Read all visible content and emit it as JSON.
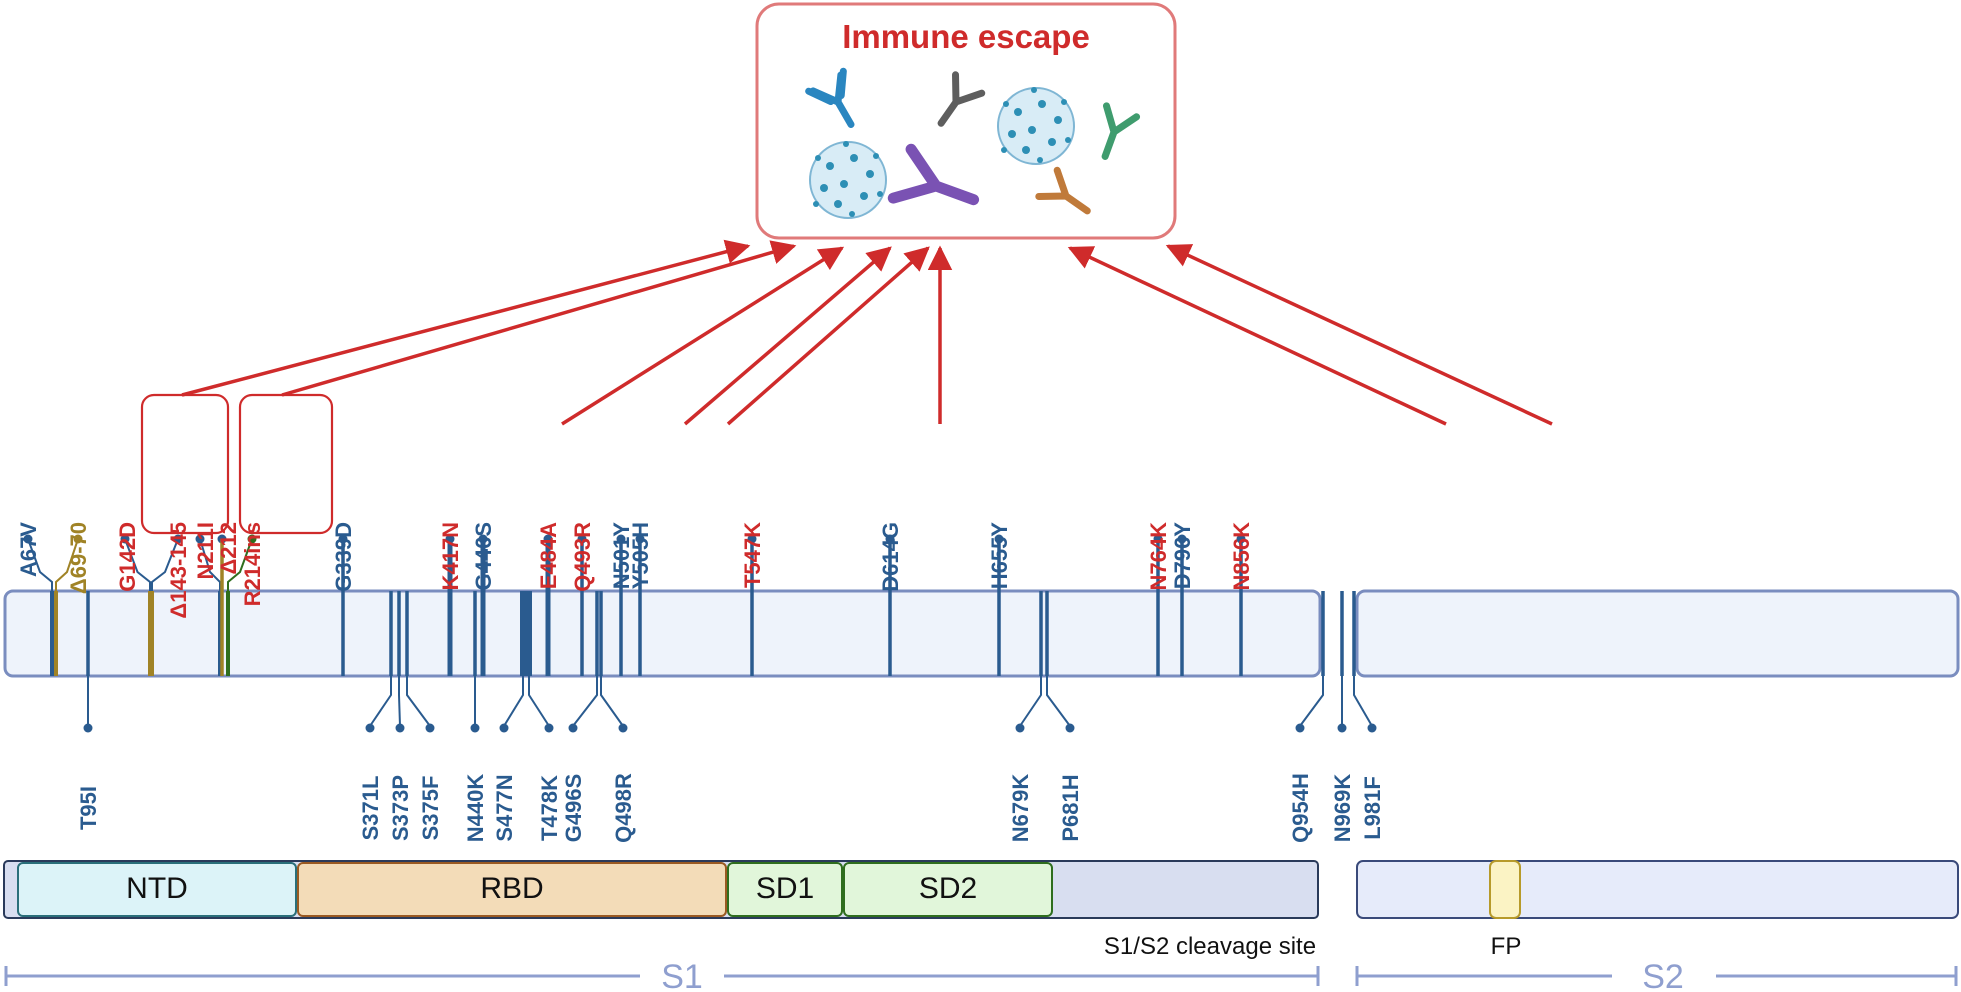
{
  "title": "Immune escape",
  "colors": {
    "blue": "#2a5b8f",
    "red": "#cf2b2b",
    "olive": "#a08326",
    "green": "#2f6e1e",
    "bar_fill": "#eef3fb",
    "bar_stroke": "#7a8dbf"
  },
  "top_mutations": [
    {
      "label": "A67V",
      "color": "blue"
    },
    {
      "label": "Δ69-70",
      "color": "olive"
    },
    {
      "label": "G142D",
      "color": "red"
    },
    {
      "label": "Δ143-145",
      "color": "red"
    },
    {
      "label": "N211I",
      "color": "red"
    },
    {
      "label": "Δ212",
      "color": "red"
    },
    {
      "label": "R214ins",
      "color": "red"
    },
    {
      "label": "G339D",
      "color": "blue"
    },
    {
      "label": "K417N",
      "color": "red"
    },
    {
      "label": "G446S",
      "color": "blue"
    },
    {
      "label": "E484A",
      "color": "red"
    },
    {
      "label": "Q493R",
      "color": "red"
    },
    {
      "label": "N501Y",
      "color": "blue"
    },
    {
      "label": "Y505H",
      "color": "blue"
    },
    {
      "label": "T547K",
      "color": "red"
    },
    {
      "label": "D614G",
      "color": "blue"
    },
    {
      "label": "H655Y",
      "color": "blue"
    },
    {
      "label": "N764K",
      "color": "red"
    },
    {
      "label": "D796Y",
      "color": "blue"
    },
    {
      "label": "N856K",
      "color": "red"
    }
  ],
  "bottom_mutations": [
    {
      "label": "T95I"
    },
    {
      "label": "S371L"
    },
    {
      "label": "S373P"
    },
    {
      "label": "S375F"
    },
    {
      "label": "N440K"
    },
    {
      "label": "S477N"
    },
    {
      "label": "T478K"
    },
    {
      "label": "G496S"
    },
    {
      "label": "Q498R"
    },
    {
      "label": "N679K"
    },
    {
      "label": "P681H"
    },
    {
      "label": "Q954H"
    },
    {
      "label": "N969K"
    },
    {
      "label": "L981F"
    }
  ],
  "domains": [
    {
      "label": "NTD",
      "fill": "#dcf3f8",
      "stroke": "#2a6f7a"
    },
    {
      "label": "RBD",
      "fill": "#f3dcb8",
      "stroke": "#9a5a22"
    },
    {
      "label": "SD1",
      "fill": "#e1f6da",
      "stroke": "#2f6e1e"
    },
    {
      "label": "SD2",
      "fill": "#e1f6da",
      "stroke": "#2f6e1e"
    }
  ],
  "side_labels": {
    "cleavage": "S1/S2 cleavage site",
    "fp": "FP"
  },
  "subunits": {
    "s1": "S1",
    "s2": "S2"
  }
}
